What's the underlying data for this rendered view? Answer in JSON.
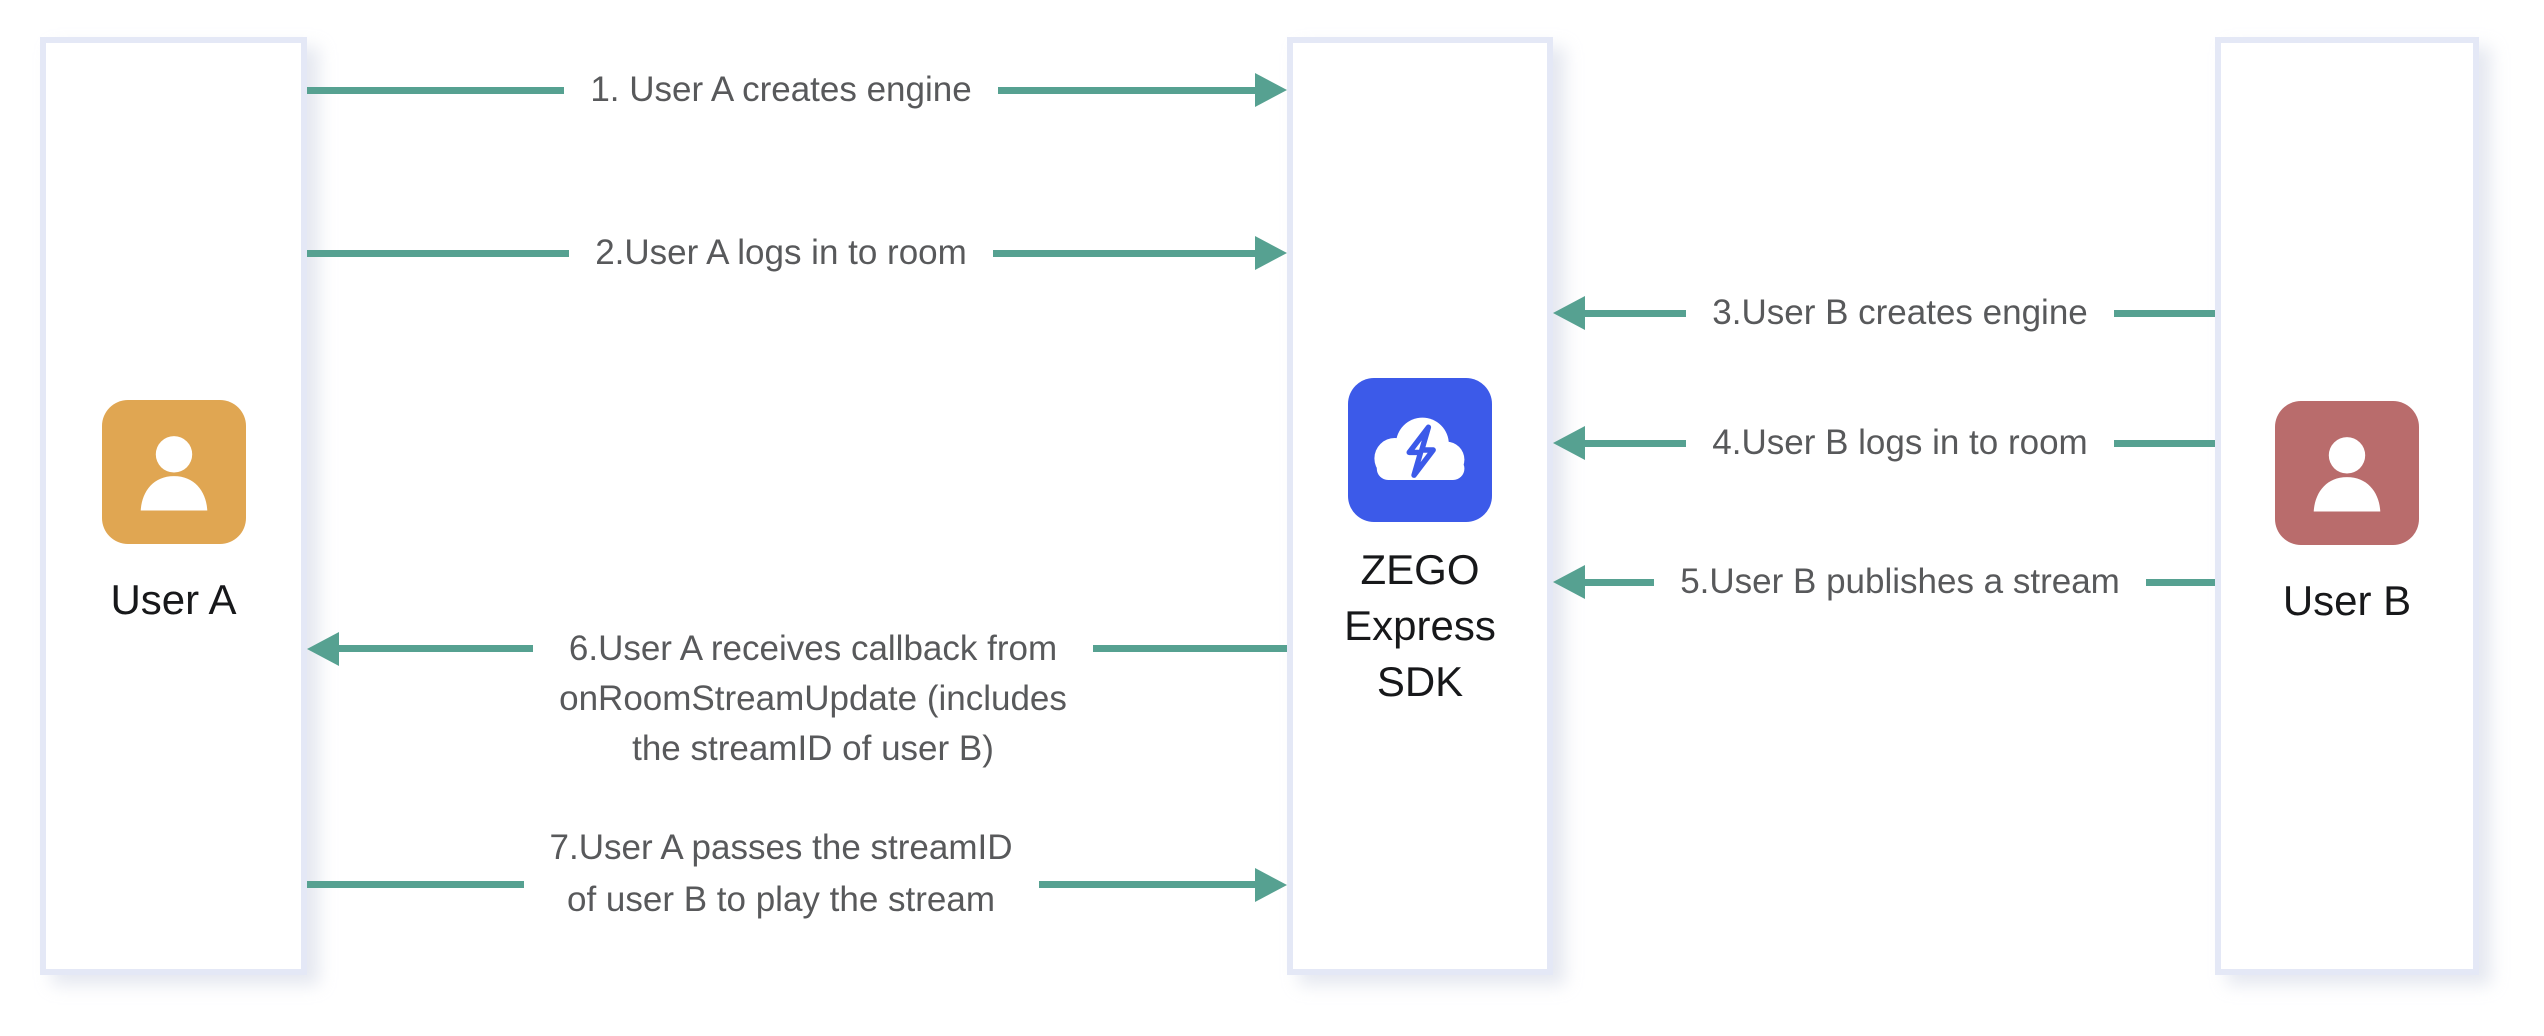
{
  "lanes": [
    {
      "id": "user-a",
      "label": "User A",
      "icon": "user-avatar-icon",
      "icon_color": "#E0A652"
    },
    {
      "id": "zego-express-sdk",
      "label_lines": [
        "ZEGO",
        "Express",
        "SDK"
      ],
      "icon": "cloud-lightning-icon",
      "icon_color": "#3C5AE9"
    },
    {
      "id": "user-b",
      "label": "User B",
      "icon": "user-avatar-icon",
      "icon_color": "#B96C6C"
    }
  ],
  "messages": [
    {
      "num": 1,
      "label": "1. User A creates engine",
      "from": "User A",
      "to": "ZEGO Express SDK",
      "direction": "right"
    },
    {
      "num": 2,
      "label": "2.User A logs in to room",
      "from": "User A",
      "to": "ZEGO Express SDK",
      "direction": "right"
    },
    {
      "num": 3,
      "label": "3.User B creates engine",
      "from": "User B",
      "to": "ZEGO Express SDK",
      "direction": "left"
    },
    {
      "num": 4,
      "label": "4.User B logs in to room",
      "from": "User B",
      "to": "ZEGO Express SDK",
      "direction": "left"
    },
    {
      "num": 5,
      "label": "5.User B publishes a stream",
      "from": "User B",
      "to": "ZEGO Express SDK",
      "direction": "left"
    },
    {
      "num": 6,
      "lines": [
        "6.User A receives callback from",
        "onRoomStreamUpdate (includes",
        "the streamID of user B)"
      ],
      "from": "ZEGO Express SDK",
      "to": "User A",
      "direction": "left"
    },
    {
      "num": 7,
      "lines": [
        "7.User A passes the streamID",
        "of user B to play the stream"
      ],
      "from": "User A",
      "to": "ZEGO Express SDK",
      "direction": "right"
    }
  ],
  "colors": {
    "arrow_color": "#56A191",
    "lane_border": "#E4E8F6",
    "message_text": "#58595B",
    "label_text": "#17181A",
    "user_a_icon": "#E0A652",
    "user_b_icon": "#B96C6C",
    "sdk_icon": "#3C5AE9"
  }
}
